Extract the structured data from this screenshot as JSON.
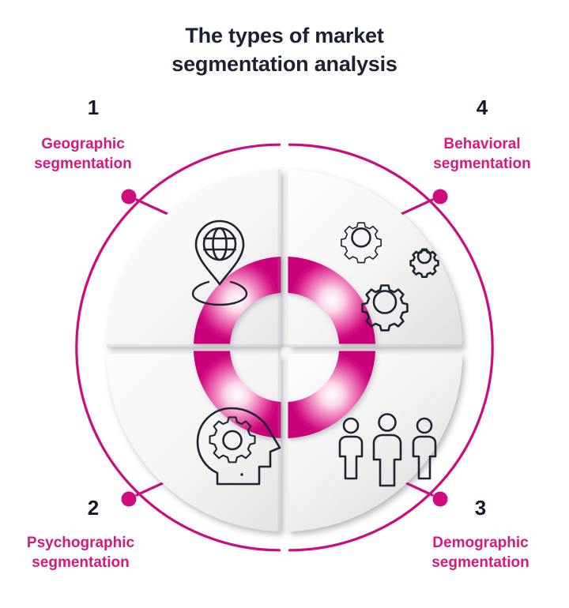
{
  "header": {
    "title_lines": [
      "The types of market",
      "segmentation analysis"
    ],
    "title_full": "The types of market segmentation analysis"
  },
  "colors": {
    "accent_magenta": "#d6197d",
    "deep_magenta": "#cc0077",
    "light_pink": "#f4a6cf",
    "title_text": "#1d2233",
    "number_text": "#17192b",
    "icon_stroke": "#20242e",
    "panel_light": "#ffffff",
    "panel_shade": "#e3e3e5",
    "background": "#ffffff"
  },
  "diagram": {
    "type": "four-quadrant-donut",
    "center_label": "",
    "segments": [
      {
        "number": "1",
        "label_lines": [
          "Geographic",
          "segmentation"
        ],
        "label_full": "Geographic segmentation",
        "icon": "globe-location-pin-icon",
        "position": "top-left"
      },
      {
        "number": "2",
        "label_lines": [
          "Psychographic",
          "segmentation"
        ],
        "label_full": "Psychographic segmentation",
        "icon": "head-with-gear-icon",
        "position": "bottom-left"
      },
      {
        "number": "3",
        "label_lines": [
          "Demographic",
          "segmentation"
        ],
        "label_full": "Demographic segmentation",
        "icon": "three-people-icon",
        "position": "bottom-right"
      },
      {
        "number": "4",
        "label_lines": [
          "Behavioral",
          "segmentation"
        ],
        "label_full": "Behavioral segmentation",
        "icon": "gears-icon",
        "position": "top-right"
      }
    ]
  }
}
